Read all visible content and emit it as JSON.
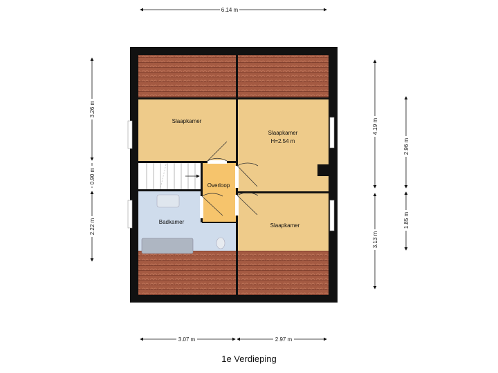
{
  "floor_title": "1e Verdieping",
  "rooms": {
    "bedroom_top_left": "Slaapkamer",
    "bedroom_top_right": "Slaapkamer",
    "bedroom_top_right_height": "H=2.54 m",
    "landing": "Overloop",
    "bathroom": "Badkamer",
    "bedroom_bottom_right": "Slaapkamer"
  },
  "dimensions": {
    "top_width": "6.14 m",
    "bottom_left_width": "3.07 m",
    "bottom_right_width": "2.97 m",
    "left_top": "3.26 m",
    "left_middle": "0.90 m",
    "left_bottom": "2.22 m",
    "right_inner_top": "4.19 m",
    "right_inner_bottom": "3.13 m",
    "right_outer_top": "2.96 m",
    "right_outer_bottom": "1.85 m"
  },
  "colors": {
    "wall": "#111111",
    "roof": "#a0553f",
    "bedroom": "#eecb8a",
    "landing": "#f6c46c",
    "bathroom": "#cfdcec"
  }
}
